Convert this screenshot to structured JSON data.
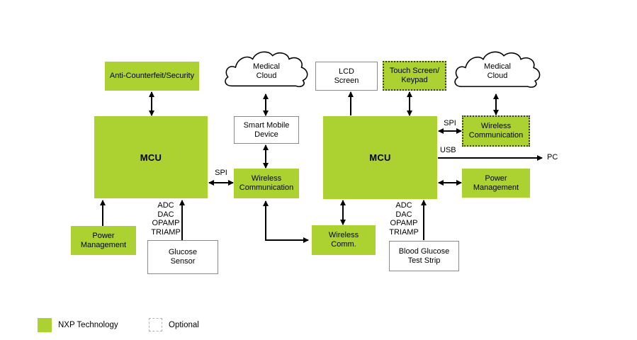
{
  "colors": {
    "nxp_green": "#ACD232",
    "line_black": "#000000",
    "box_border_gray": "#8a8a8a"
  },
  "left_system": {
    "anti_counterfeit": "Anti-Counterfeit/Security",
    "medical_cloud": "Medical\nCloud",
    "smart_mobile_device": "Smart Mobile\nDevice",
    "mcu": "MCU",
    "wireless_communication": "Wireless\nCommunication",
    "spi": "SPI",
    "power_management": "Power\nManagement",
    "analog_blocks": "ADC\nDAC\nOPAMP\nTRIAMP",
    "glucose_sensor": "Glucose\nSensor"
  },
  "right_system": {
    "lcd_screen": "LCD\nScreen",
    "touch_screen_keypad": "Touch Screen/\nKeypad",
    "medical_cloud": "Medical\nCloud",
    "mcu": "MCU",
    "spi": "SPI",
    "wireless_communication": "Wireless\nCommunication",
    "usb": "USB",
    "pc": "PC",
    "power_management": "Power\nManagement",
    "wireless_comm": "Wireless\nComm.",
    "analog_blocks": "ADC\nDAC\nOPAMP\nTRIAMP",
    "blood_glucose_test_strip": "Blood Glucose\nTest Strip"
  },
  "legend": {
    "nxp_label": "NXP Technology",
    "optional_label": "Optional"
  }
}
